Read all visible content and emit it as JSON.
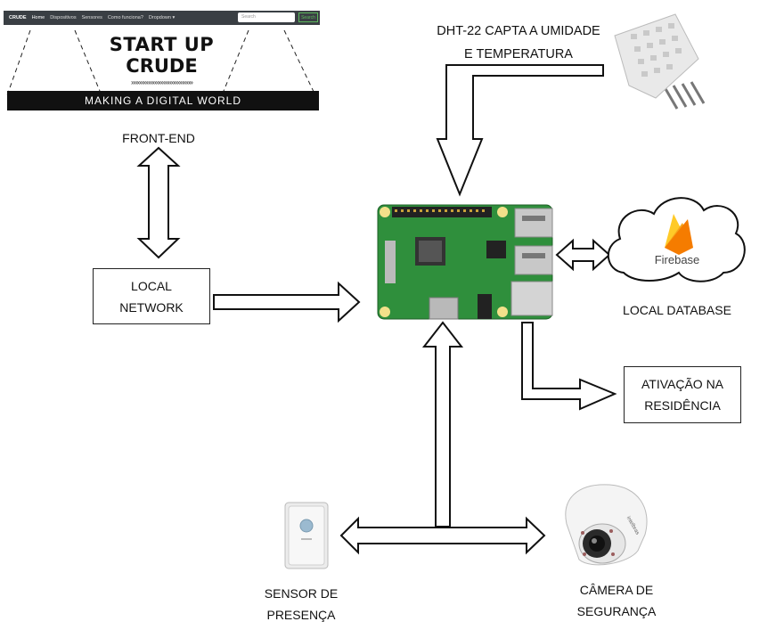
{
  "website": {
    "brand": "CRUDE",
    "nav_items": [
      "Home",
      "Dispositivos",
      "Sensores",
      "Como funciona?",
      "Dropdown ▾"
    ],
    "search_placeholder": "Search",
    "search_button": "Search",
    "title_line1": "START UP",
    "title_line2": "CRUDE",
    "chevrons": "»»»»»»»»»»»»»»»»»»»»",
    "tagline": "MAKING A DIGITAL WORLD"
  },
  "labels": {
    "front_end": "FRONT-END",
    "local_network": [
      "LOCAL",
      "NETWORK"
    ],
    "dht22": [
      "DHT-22 CAPTA A UMIDADE",
      "E TEMPERATURA"
    ],
    "firebase": "Firebase",
    "local_database": "LOCAL DATABASE",
    "ativacao": [
      "ATIVAÇÃO NA",
      "RESIDÊNCIA"
    ],
    "sensor": [
      "SENSOR DE",
      "PRESENÇA"
    ],
    "camera": [
      "CÂMERA DE",
      "SEGURANÇA"
    ],
    "camera_brand": "intelbras"
  },
  "colors": {
    "board_green": "#2f8f3c",
    "firebase_orange": "#f6a41b",
    "firebase_yellow": "#ffca28",
    "firebase_red": "#f57c00"
  }
}
